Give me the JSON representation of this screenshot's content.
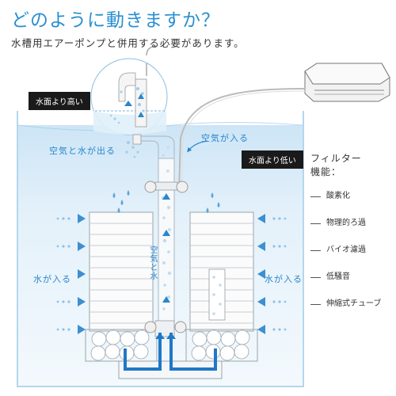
{
  "title": "どのように動きますか？",
  "subtitle": "水槽用エアーポンプと併用する必要があります。",
  "labels": {
    "water_high": "水面より高い",
    "water_low": "水面より低い",
    "air_in": "空気が入る",
    "air_water_out": "空気と水が出る",
    "water_in_left": "水が入る",
    "water_in_right": "水が入る",
    "air_and_water_tube": "空気と水"
  },
  "features": {
    "heading": "フィルター\n機能：",
    "heading_line1": "フィルター",
    "heading_line2": "機能：",
    "items": [
      "酸素化",
      "物理的ろ過",
      "バイオ濾過",
      "低騒音",
      "伸縮式チューブ"
    ]
  },
  "colors": {
    "title": "#2a8fd1",
    "water": "#cfe6f6",
    "accent_blue": "#2a86cc",
    "flow_arrow": "#1f78c8"
  }
}
